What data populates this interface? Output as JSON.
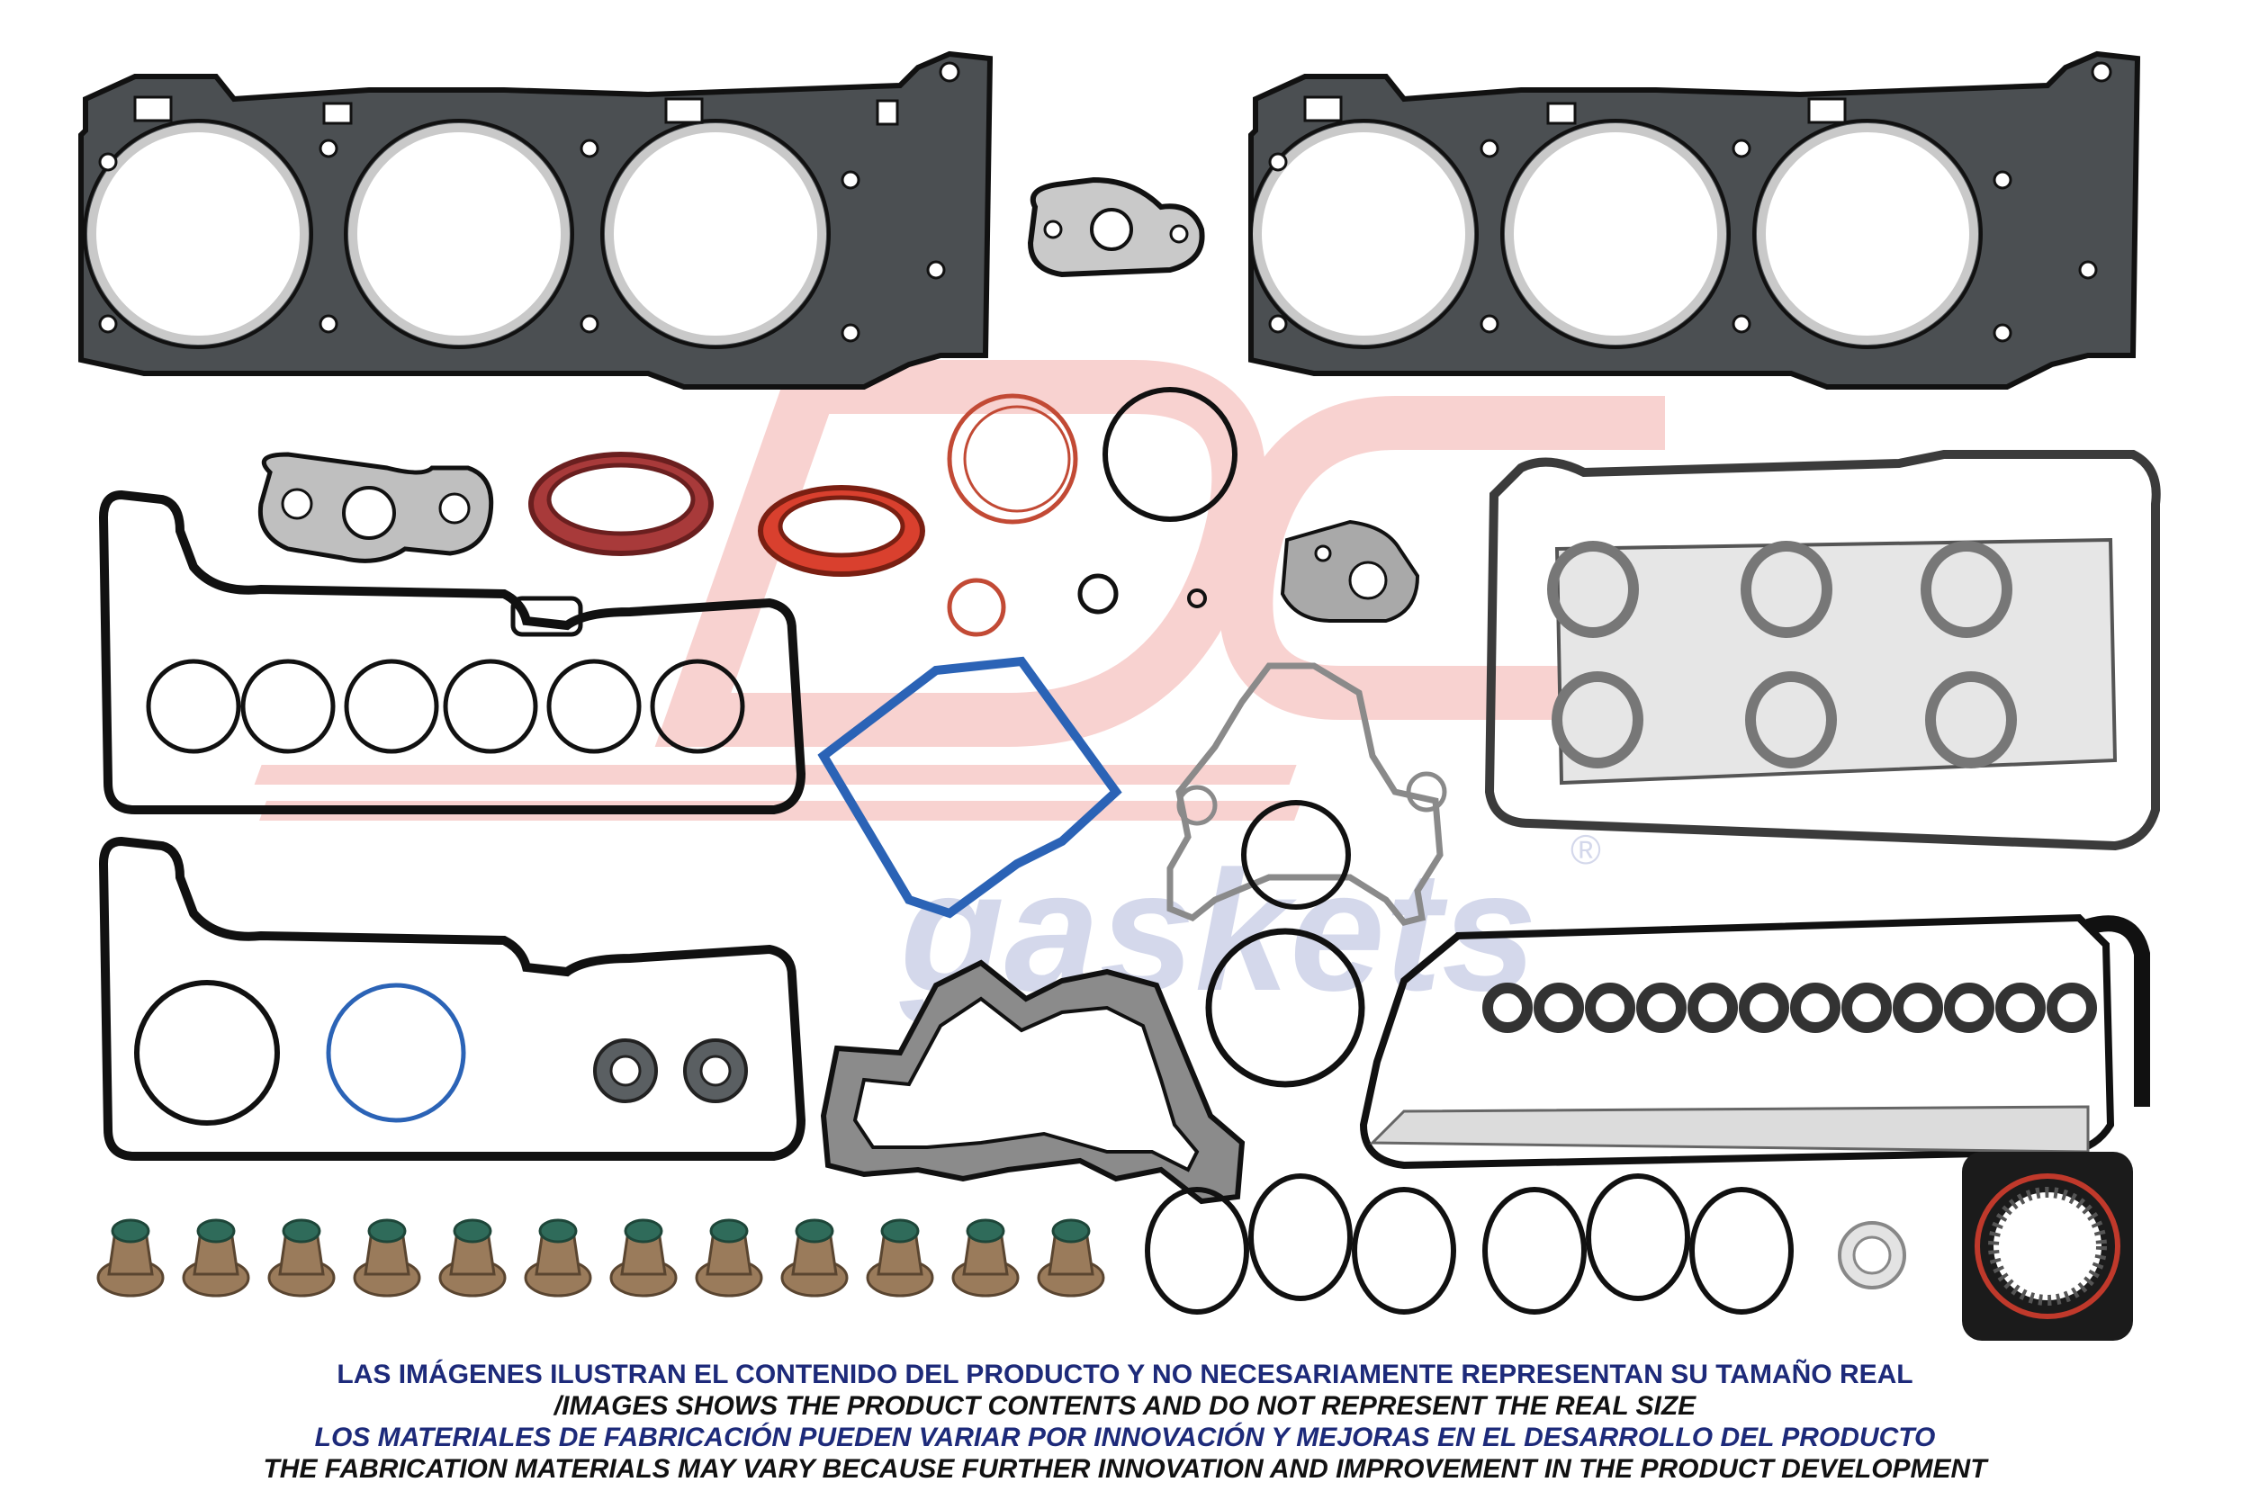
{
  "photo": {
    "watermark": {
      "logo_text": "DC",
      "brand_text": "gaskets",
      "registered_mark": "®",
      "color": "#e0352b",
      "secondary_color": "#3b4ea6"
    },
    "components": {
      "head_gasket_count": 2,
      "exhaust_manifold_gasket_count": 6,
      "valve_stem_seal_count": 12,
      "spark_plug_tube_seal_count": 12,
      "valve_cover_gasket_count": 2,
      "intake_gasket_count": 2
    },
    "colors": {
      "gasket_dark": "#1b1b1b",
      "graphite_face": "#4b4f52",
      "metal_face": "#c9c9c9",
      "red_seal": "#c0392b",
      "blue_oring": "#2b63b6",
      "seal_brown": "#9a7b5b",
      "seal_green": "#2f6b5a"
    }
  },
  "captions": {
    "line1": "LAS IMÁGENES ILUSTRAN EL CONTENIDO DEL PRODUCTO Y NO NECESARIAMENTE REPRESENTAN SU TAMAÑO REAL",
    "line2": "/IMAGES SHOWS THE PRODUCT CONTENTS AND DO NOT REPRESENT THE REAL SIZE",
    "line3": "LOS MATERIALES DE FABRICACIÓN PUEDEN VARIAR POR INNOVACIÓN Y MEJORAS EN EL DESARROLLO DEL PRODUCTO",
    "line4": "THE FABRICATION MATERIALS MAY VARY BECAUSE FURTHER INNOVATION AND IMPROVEMENT IN THE PRODUCT DEVELOPMENT"
  }
}
